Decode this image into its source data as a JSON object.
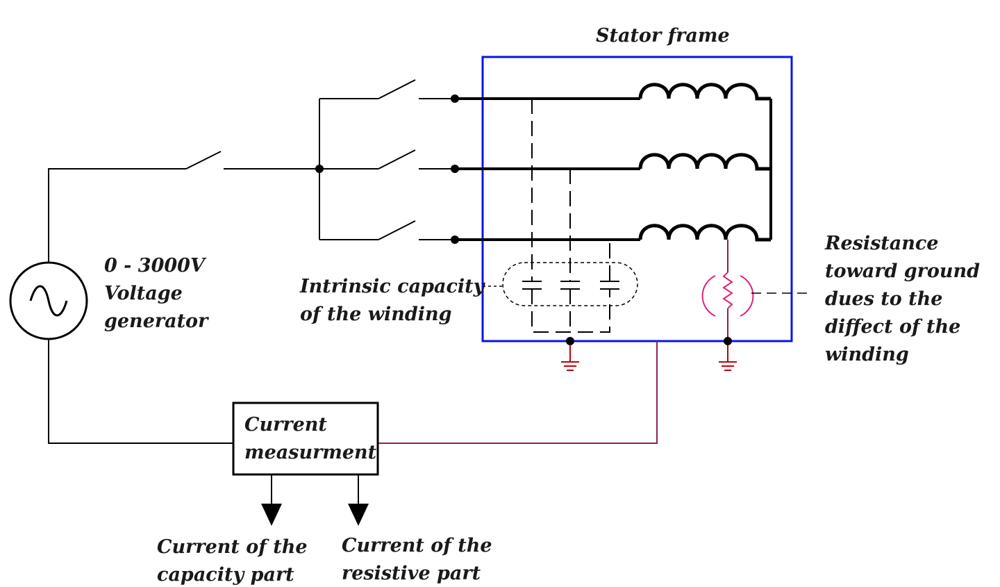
{
  "labels": {
    "stator_frame": "Stator frame",
    "generator": [
      "0 - 3000V",
      "Voltage",
      "generator"
    ],
    "intrinsic": [
      "Intrinsic capacity",
      "of the winding"
    ],
    "resistance": [
      "Resistance",
      "toward ground",
      "dues to the",
      "diffect of the",
      "winding"
    ],
    "measurement": [
      "Current",
      "measurment"
    ],
    "out_capacity": [
      "Current of the",
      "capacity part"
    ],
    "out_resistive": [
      "Current of the",
      "resistive part"
    ]
  },
  "colors": {
    "frame": "#0a14e6",
    "ground": "#c0000a",
    "return_wire": "#8b2252",
    "resistor": "#e0207a"
  },
  "icons": {
    "generator": "ac-source-icon",
    "ground": "ground-icon",
    "coil": "inductor-icon",
    "capacitor": "capacitor-icon",
    "resistor": "resistor-icon",
    "output": "arrow-down-icon"
  }
}
